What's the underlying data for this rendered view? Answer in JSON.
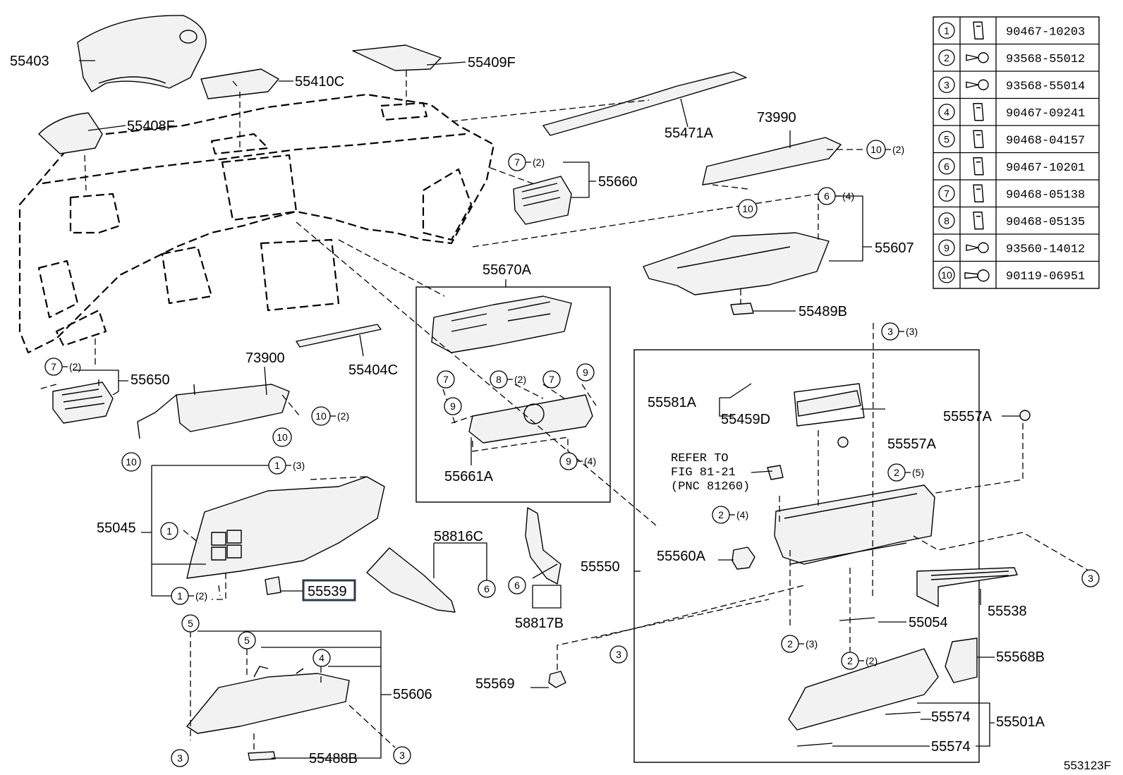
{
  "figure_code": "553123F",
  "fastener_table": [
    {
      "no": "1",
      "part": "90467-10203",
      "icon": "clip-icon"
    },
    {
      "no": "2",
      "part": "93568-55012",
      "icon": "screw-icon"
    },
    {
      "no": "3",
      "part": "93568-55014",
      "icon": "screw-icon"
    },
    {
      "no": "4",
      "part": "90467-09241",
      "icon": "clip-icon"
    },
    {
      "no": "5",
      "part": "90468-04157",
      "icon": "clip-icon"
    },
    {
      "no": "6",
      "part": "90467-10201",
      "icon": "clip-icon"
    },
    {
      "no": "7",
      "part": "90468-05138",
      "icon": "clip-icon"
    },
    {
      "no": "8",
      "part": "90468-05135",
      "icon": "clip-icon"
    },
    {
      "no": "9",
      "part": "93560-14012",
      "icon": "screw-icon"
    },
    {
      "no": "10",
      "part": "90119-06951",
      "icon": "bolt-icon"
    }
  ],
  "parts": {
    "p55403": "55403",
    "p55410C": "55410C",
    "p55409F": "55409F",
    "p55408F": "55408F",
    "p55471A": "55471A",
    "p73990": "73990",
    "p55660": "55660",
    "p55607": "55607",
    "p55489B": "55489B",
    "p55670A": "55670A",
    "p55650": "55650",
    "p73900": "73900",
    "p55404C": "55404C",
    "p55661A": "55661A",
    "p55045": "55045",
    "p55539": "55539",
    "p58816C": "58816C",
    "p58817B": "58817B",
    "p55581A": "55581A",
    "p55459D": "55459D",
    "p55557A_1": "55557A",
    "p55557A_2": "55557A",
    "p55550": "55550",
    "p55560A": "55560A",
    "p55538": "55538",
    "p55054": "55054",
    "p55568B": "55568B",
    "p55569": "55569",
    "p55606": "55606",
    "p55488B": "55488B",
    "p55574_1": "55574",
    "p55574_2": "55574",
    "p55501A": "55501A"
  },
  "refer_note": {
    "line1": "REFER TO",
    "line2": "FIG 81-21",
    "line3": "(PNC 81260)"
  },
  "callouts": [
    {
      "n": "7",
      "q": "(2)"
    },
    {
      "n": "10",
      "q": "(2)"
    },
    {
      "n": "10",
      "q": ""
    },
    {
      "n": "6",
      "q": "(4)"
    },
    {
      "n": "3",
      "q": "(3)"
    },
    {
      "n": "7",
      "q": "(2)"
    },
    {
      "n": "10",
      "q": "(2)"
    },
    {
      "n": "10",
      "q": ""
    },
    {
      "n": "10",
      "q": ""
    },
    {
      "n": "7",
      "q": ""
    },
    {
      "n": "8",
      "q": "(2)"
    },
    {
      "n": "7",
      "q": ""
    },
    {
      "n": "9",
      "q": ""
    },
    {
      "n": "9",
      "q": ""
    },
    {
      "n": "9",
      "q": "(4)"
    },
    {
      "n": "1",
      "q": "(3)"
    },
    {
      "n": "1",
      "q": ""
    },
    {
      "n": "1",
      "q": "(2)"
    },
    {
      "n": "6",
      "q": ""
    },
    {
      "n": "6",
      "q": ""
    },
    {
      "n": "2",
      "q": "(5)"
    },
    {
      "n": "2",
      "q": "(4)"
    },
    {
      "n": "3",
      "q": ""
    },
    {
      "n": "2",
      "q": "(3)"
    },
    {
      "n": "2",
      "q": "(2)"
    },
    {
      "n": "3",
      "q": ""
    },
    {
      "n": "5",
      "q": ""
    },
    {
      "n": "5",
      "q": ""
    },
    {
      "n": "4",
      "q": ""
    },
    {
      "n": "3",
      "q": ""
    },
    {
      "n": "3",
      "q": ""
    }
  ]
}
